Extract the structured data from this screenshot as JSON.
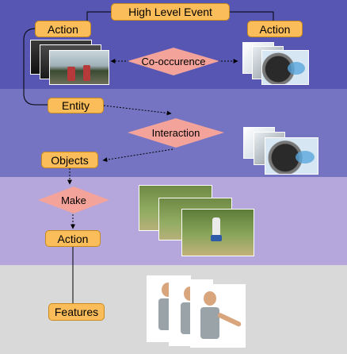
{
  "colors": {
    "band_high": "#5757b3",
    "band_entity": "#7474c3",
    "band_action": "#b5a6dc",
    "band_features": "#d9d9d9",
    "box_fill": "#fbbd5a",
    "diamond_fill": "#f4a39a"
  },
  "nodes": {
    "high_level_event": "High Level Event",
    "action_left": "Action",
    "action_right": "Action",
    "co_occurence": "Co-occurence",
    "entity": "Entity",
    "interaction": "Interaction",
    "objects": "Objects",
    "make": "Make",
    "action_bottom": "Action",
    "features": "Features"
  },
  "images": [
    "crash-test-frames",
    "tire-splash-frames-top",
    "tire-splash-frames-middle",
    "running-person-frames",
    "human-model-pose-frames"
  ]
}
